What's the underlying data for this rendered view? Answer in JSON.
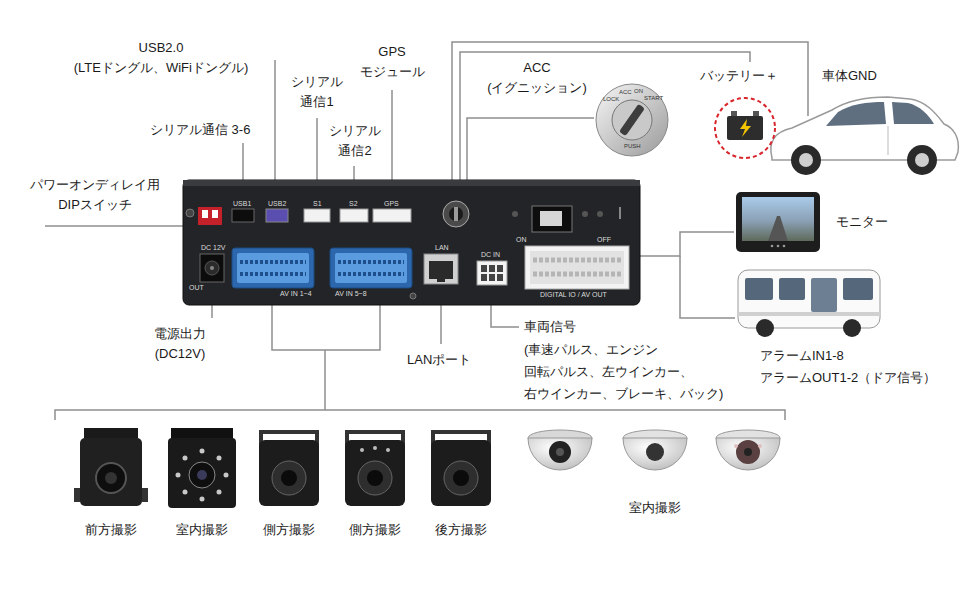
{
  "diagram": {
    "labels": [
      "USB2.0 (LTEドングル、WiFiドングル)",
      "GPS モジュール",
      "ACC (イグニッション)",
      "バッテリー＋",
      "車体GND",
      "シリアル 通信1",
      "シリアル 通信2",
      "シリアル通信 3-6",
      "パワーオンディレイ用 DIPスイッチ",
      "モニター",
      "電源出力 (DC12V)",
      "LANポート",
      "車両信号",
      "(車速パルス、エンジン 回転パルス、左ウインカー、 右ウインカー、ブレーキ、バック)",
      "アラームIN1-8 アラームOUT1-2（ドア信号）",
      "前方撮影",
      "室内撮影",
      "側方撮影",
      "側方撮影",
      "後方撮影",
      "室内撮影",
      "DC 12V",
      "OUT",
      "USB1",
      "USB2",
      "S1",
      "S2",
      "GPS",
      "LAN",
      "DC IN",
      "ON",
      "OFF",
      "DIGITAL IO / AV OUT",
      "AV IN 1~4",
      "AV IN 5~8",
      "LOCK",
      "ACC",
      "ON",
      "START",
      "PUSH"
    ]
  }
}
